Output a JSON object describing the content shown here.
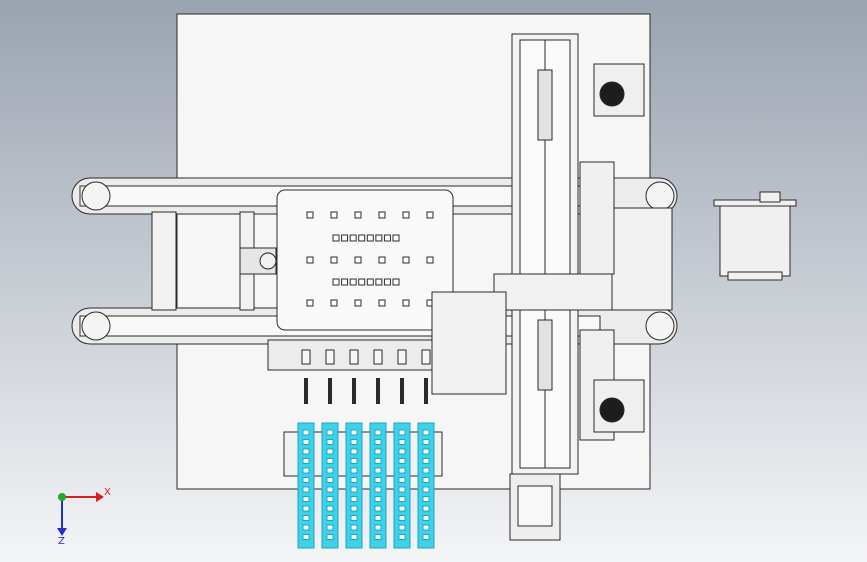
{
  "viewport": {
    "background_top": "#9aa3b0",
    "background_bottom": "#f4f5f7"
  },
  "colors": {
    "plate_fill": "#f6f6f6",
    "line": "#2a2a2a",
    "steel": "#e9e9e9",
    "cyan_feeder": "#3fd1ea",
    "cyan_dark": "#1aa6c2",
    "axis_x": "#d42020",
    "axis_y": "#1fae1f",
    "axis_z": "#2030c8"
  },
  "triad": {
    "x_label": "X",
    "z_label": "Z",
    "icon": "coordinate-triad-icon"
  },
  "assembly": {
    "feeder_lanes": 6,
    "nozzle_count": 6,
    "feeder_holes_per_lane": 12
  }
}
